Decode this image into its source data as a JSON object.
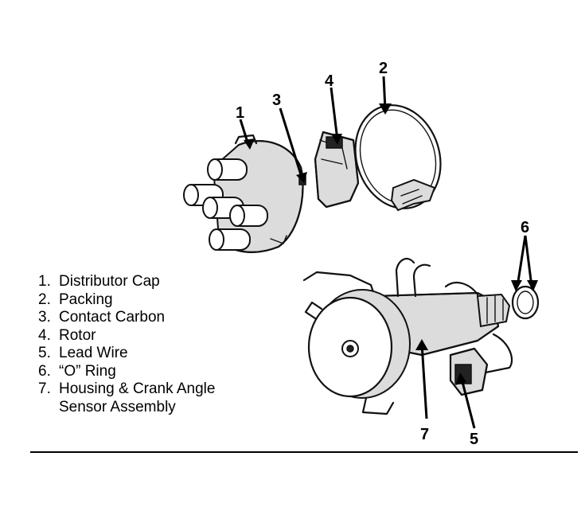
{
  "callouts": [
    {
      "id": "1",
      "label": "1"
    },
    {
      "id": "2",
      "label": "2"
    },
    {
      "id": "3",
      "label": "3"
    },
    {
      "id": "4",
      "label": "4"
    },
    {
      "id": "5",
      "label": "5"
    },
    {
      "id": "6",
      "label": "6"
    },
    {
      "id": "7",
      "label": "7"
    }
  ],
  "legend": [
    {
      "num": "1.",
      "text": "Distributor Cap"
    },
    {
      "num": "2.",
      "text": "Packing"
    },
    {
      "num": "3.",
      "text": "Contact Carbon"
    },
    {
      "num": "4.",
      "text": "Rotor"
    },
    {
      "num": "5.",
      "text": "Lead Wire"
    },
    {
      "num": "6.",
      "text": "“O” Ring"
    },
    {
      "num": "7.",
      "text": "Housing & Crank Angle\nSensor Assembly"
    }
  ]
}
